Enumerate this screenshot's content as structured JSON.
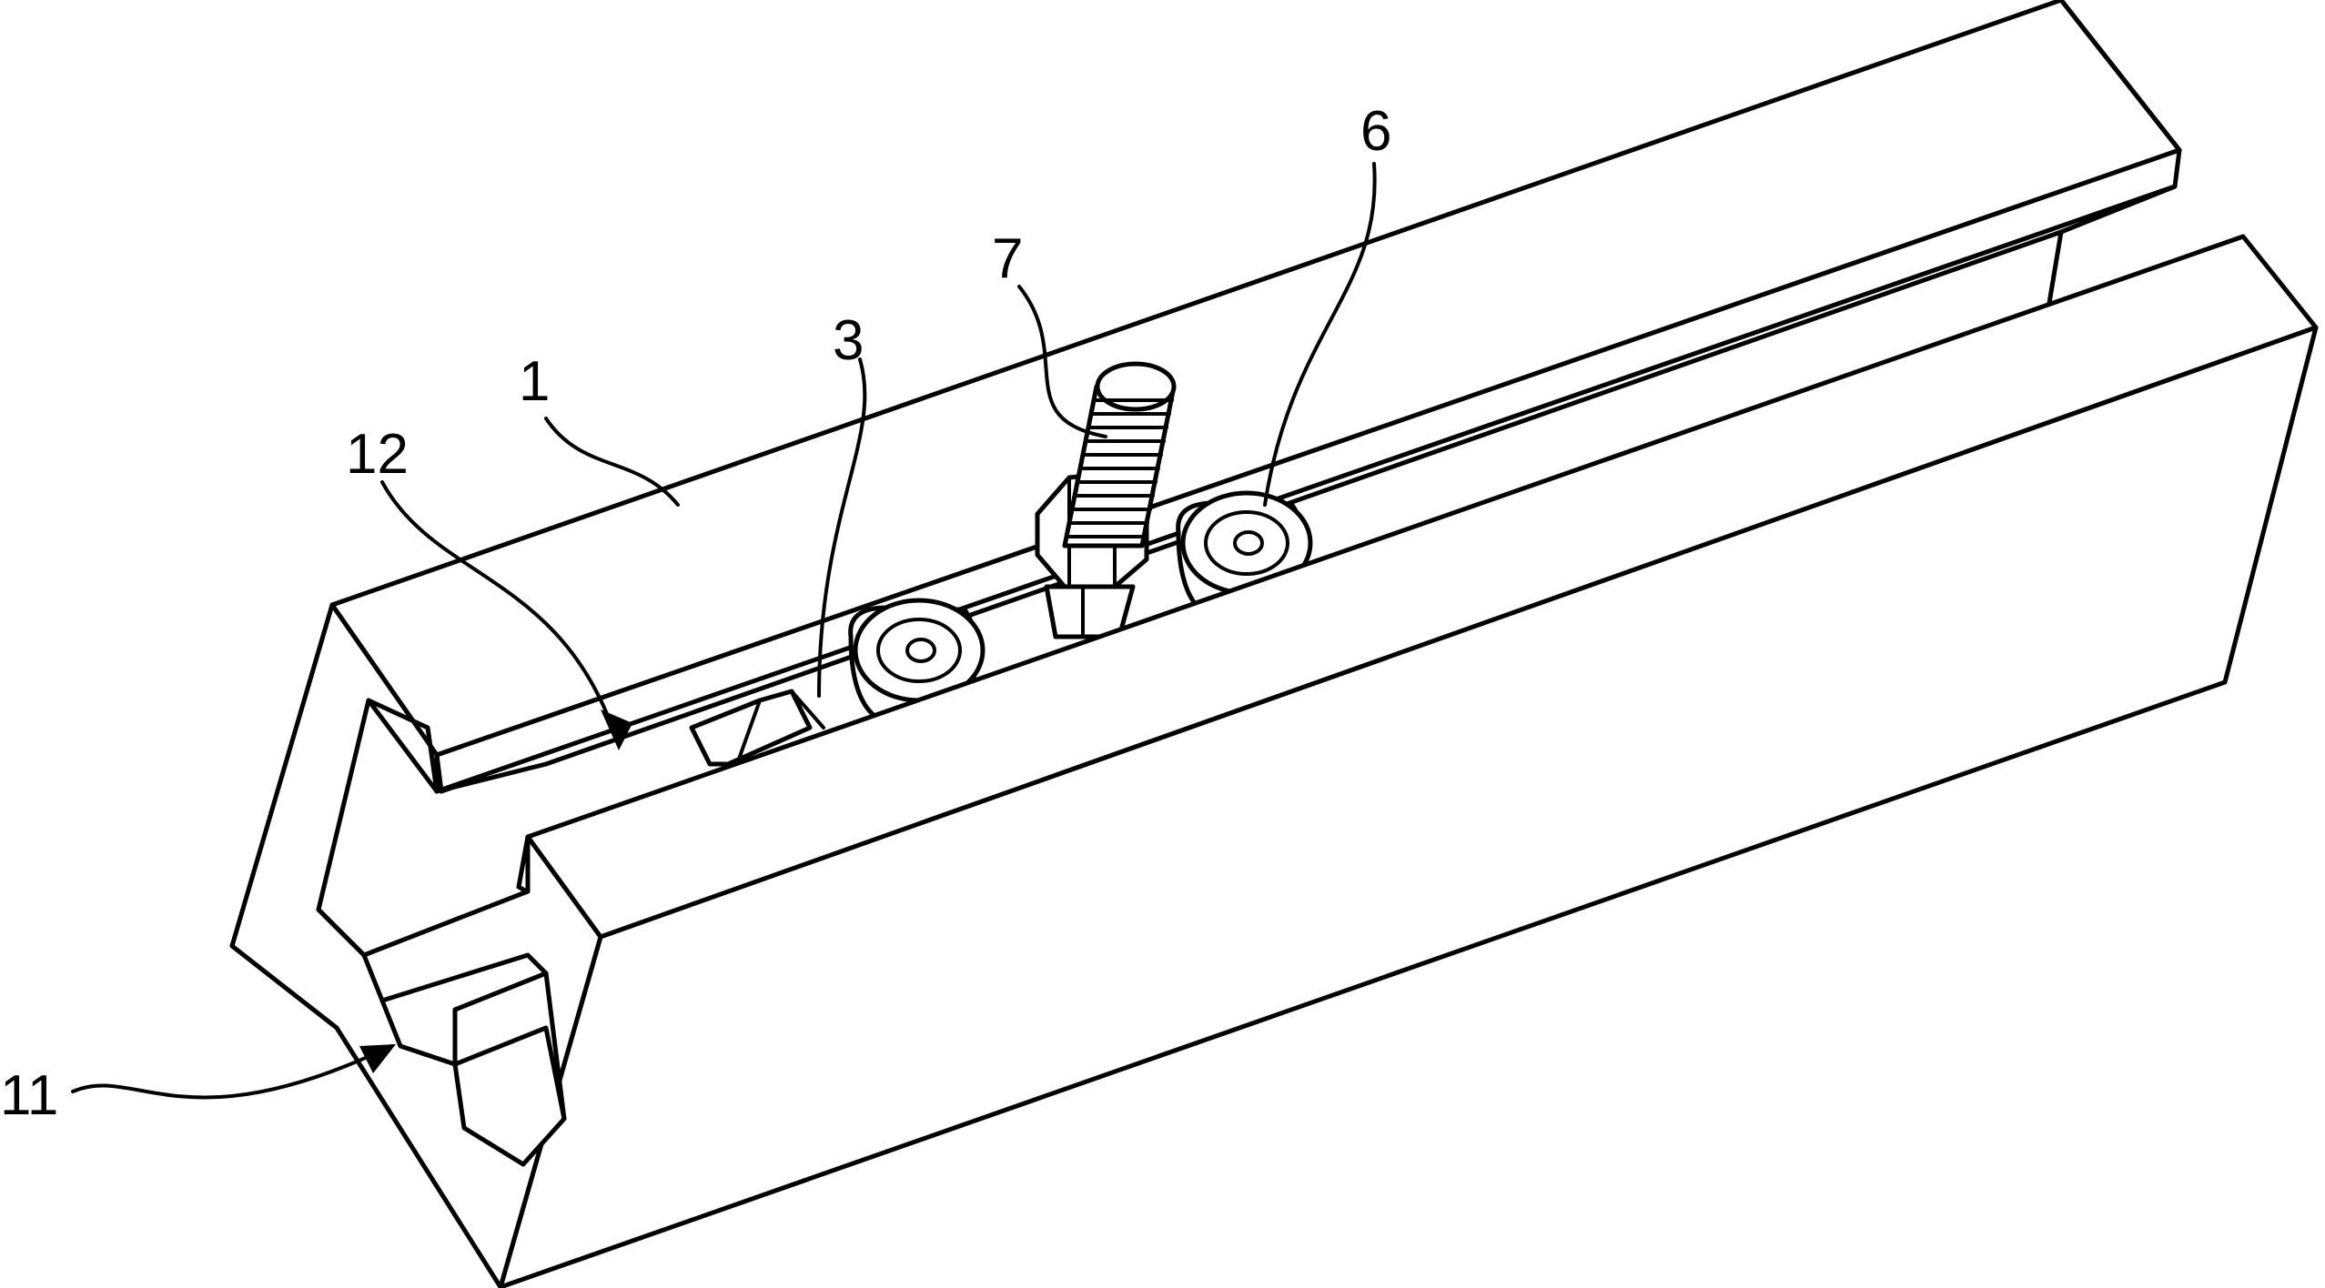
{
  "figure": {
    "parts": [
      {
        "id": "part-1",
        "label": "1"
      },
      {
        "id": "part-3",
        "label": "3"
      },
      {
        "id": "part-6",
        "label": "6"
      },
      {
        "id": "part-7",
        "label": "7"
      },
      {
        "id": "part-11",
        "label": "11"
      },
      {
        "id": "part-12",
        "label": "12"
      }
    ]
  }
}
